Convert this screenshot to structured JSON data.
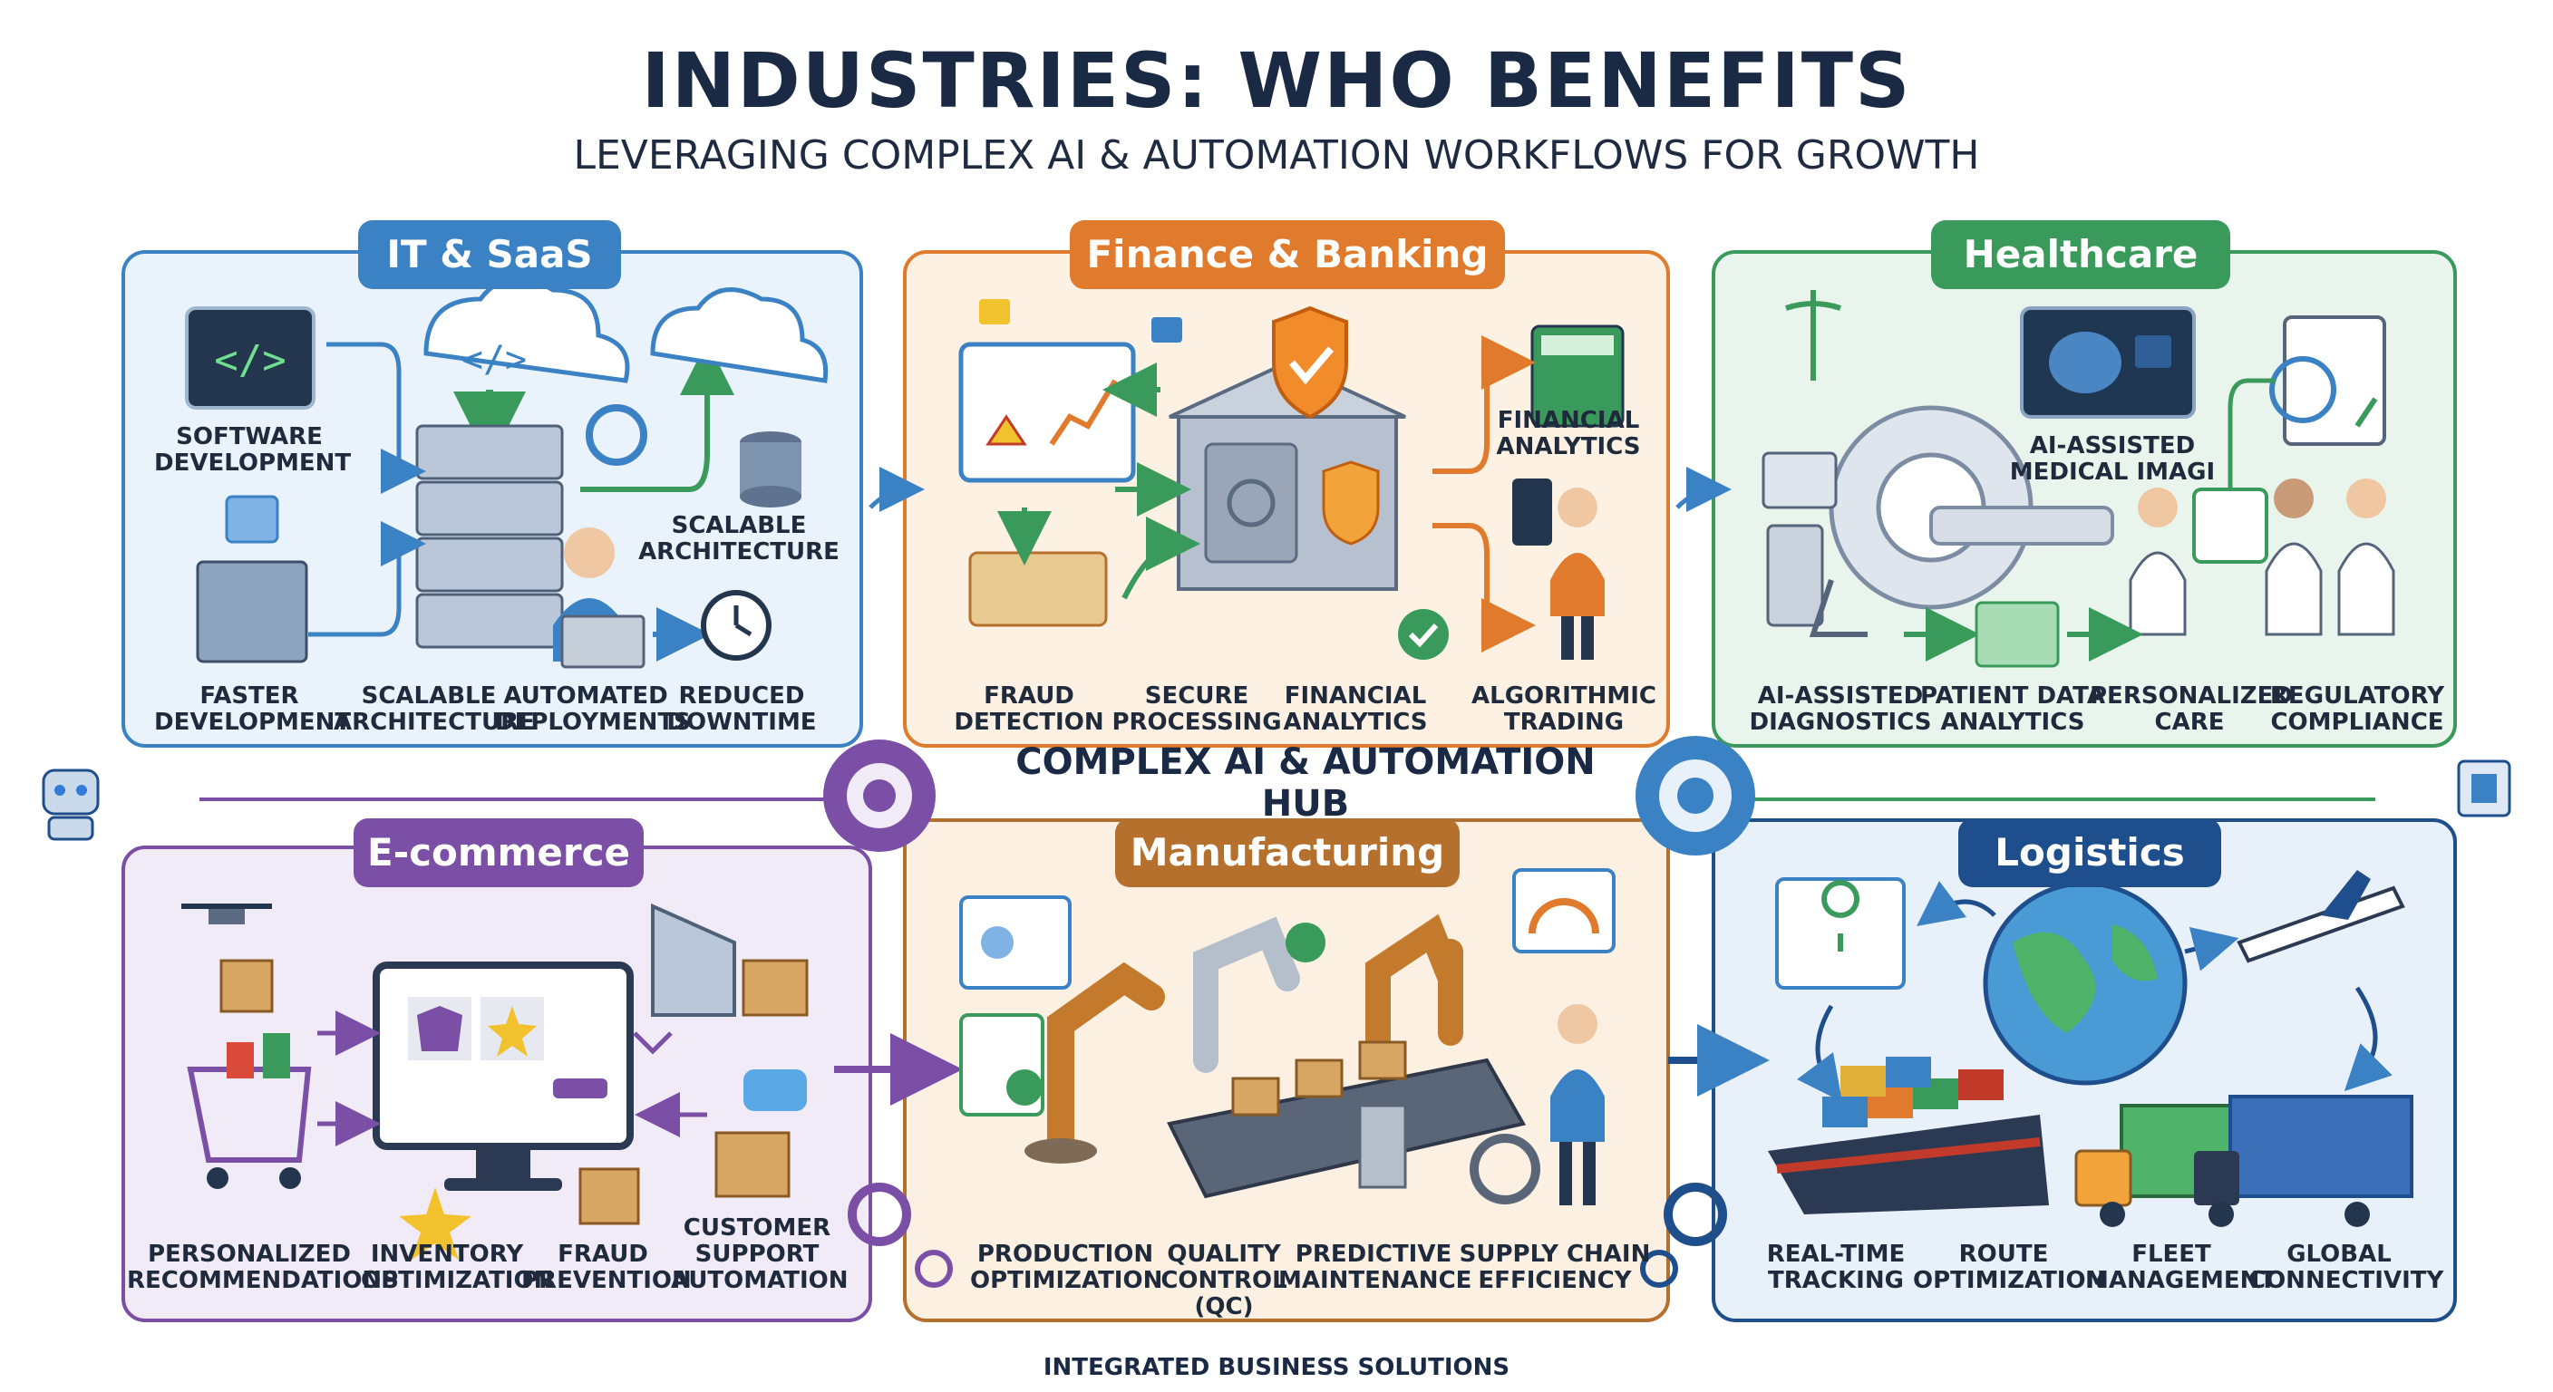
{
  "header": {
    "title": "INDUSTRIES: WHO BENEFITS",
    "subtitle": "LEVERAGING COMPLEX AI & AUTOMATION WORKFLOWS FOR GROWTH"
  },
  "hub": {
    "label": "COMPLEX AI & AUTOMATION HUB"
  },
  "footer": {
    "text": "INTEGRATED BUSINESS SOLUTIONS"
  },
  "colors": {
    "it": "#3b82c4",
    "finance": "#e07a2c",
    "healthcare": "#3a9a5b",
    "ecommerce": "#7b4fa6",
    "manufacturing": "#b5702e",
    "logistics": "#1f4e8c"
  },
  "panels": {
    "it": {
      "title": "IT & SaaS",
      "icon_labels": [
        "SOFTWARE\nDEVELOPMENT",
        "SCALABLE\nARCHITECTURE"
      ],
      "items": [
        "FASTER\nDEVELOPMENT",
        "SCALABLE\nARCHITECTURE",
        "AUTOMATED\nDEPLOYMENTS",
        "REDUCED\nDOWNTIME"
      ]
    },
    "finance": {
      "title": "Finance & Banking",
      "icon_labels": [
        "FINANCIAL\nANALYTICS"
      ],
      "items": [
        "FRAUD\nDETECTION",
        "SECURE\nPROCESSING",
        "FINANCIAL\nANALYTICS",
        "ALGORITHMIC\nTRADING"
      ]
    },
    "healthcare": {
      "title": "Healthcare",
      "icon_labels": [
        "AI-ASSISTED\nMEDICAL IMAGI"
      ],
      "items": [
        "AI-ASSISTED\nDIAGNOSTICS",
        "PATIENT DATA\nANALYTICS",
        "PERSONALIZED\nCARE",
        "REGULATORY\nCOMPLIANCE"
      ]
    },
    "ecommerce": {
      "title": "E-commerce",
      "items": [
        "PERSONALIZED\nRECOMMENDATIONS",
        "INVENTORY\nOPTIMIZATION",
        "FRAUD\nPREVENTION",
        "CUSTOMER\nSUPPORT\nAUTOMATION"
      ]
    },
    "manufacturing": {
      "title": "Manufacturing",
      "items": [
        "PRODUCTION\nOPTIMIZATION",
        "QUALITY\nCONTROL\n(QC)",
        "PREDICTIVE\nMAINTENANCE",
        "SUPPLY CHAIN\nEFFICIENCY"
      ]
    },
    "logistics": {
      "title": "Logistics",
      "items": [
        "REAL-TIME\nTRACKING",
        "ROUTE\nOPTIMIZATION",
        "FLEET\nMANAGEMENT",
        "GLOBAL\nCONNECTIVITY"
      ]
    }
  }
}
